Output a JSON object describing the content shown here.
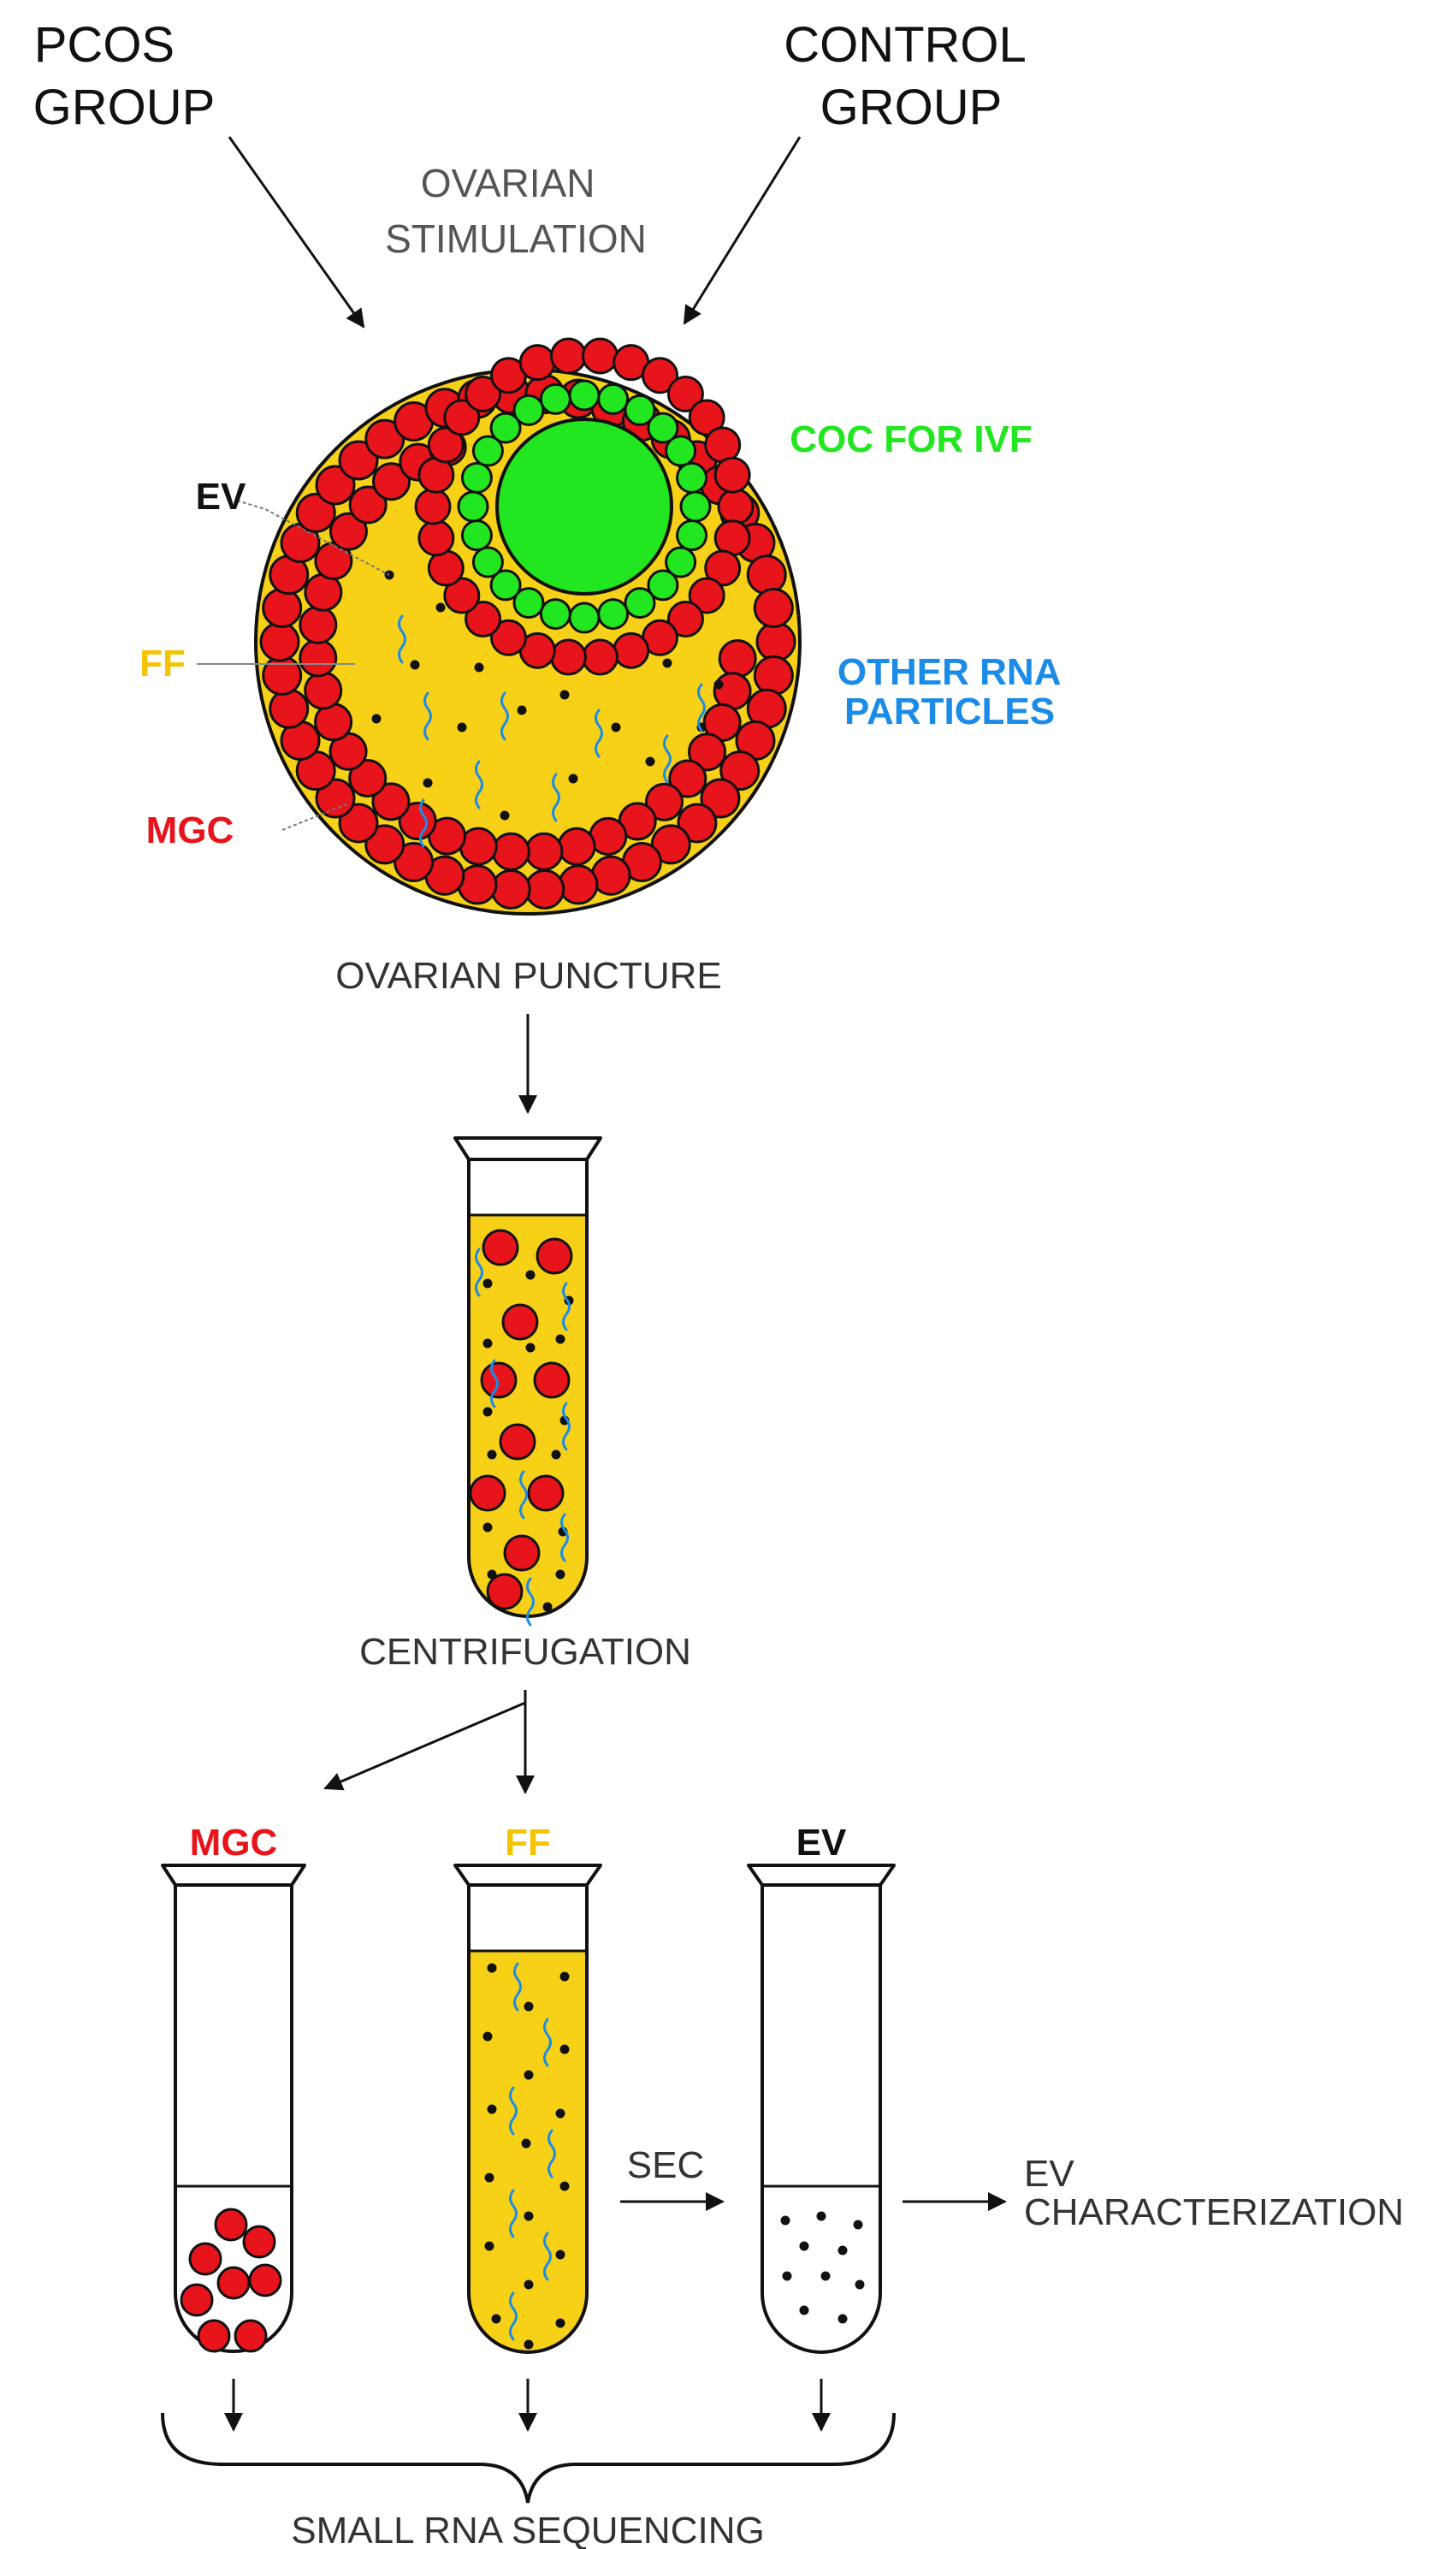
{
  "groups": {
    "pcos": [
      "PCOS",
      "GROUP"
    ],
    "control": [
      "CONTROL",
      "GROUP"
    ]
  },
  "steps": {
    "stimulation": [
      "OVARIAN",
      "STIMULATION"
    ],
    "puncture": "OVARIAN PUNCTURE",
    "centrifugation": "CENTRIFUGATION",
    "sec": "SEC",
    "characterization": [
      "EV",
      "CHARACTERIZATION"
    ],
    "sequencing": "SMALL RNA SEQUENCING"
  },
  "follicle_labels": {
    "ev": "EV",
    "ff": "FF",
    "mgc": "MGC",
    "coc": "COC FOR IVF",
    "other_rna": [
      "OTHER RNA",
      "PARTICLES"
    ]
  },
  "tube_labels": {
    "mgc": "MGC",
    "ff": "FF",
    "ev": "EV"
  },
  "colors": {
    "yellow": "#f7d117",
    "red": "#e8141b",
    "green": "#22e620",
    "blue": "#1a8ce8",
    "ff_label": "#f5c400"
  }
}
